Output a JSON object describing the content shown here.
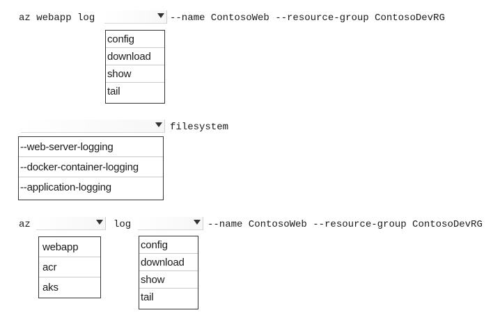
{
  "q1": {
    "prefix": "az webapp log",
    "suffix": "--name ContosoWeb --resource-group ContosoDevRG",
    "options": [
      "config",
      "download",
      "show",
      "tail"
    ]
  },
  "q2": {
    "suffix": "filesystem",
    "options": [
      "--web-server-logging",
      "--docker-container-logging",
      "--application-logging"
    ]
  },
  "q3": {
    "prefix": "az",
    "middle": "log",
    "suffix": "--name ContosoWeb --resource-group ContosoDevRG",
    "options_a": [
      "webapp",
      "acr",
      "aks"
    ],
    "options_b": [
      "config",
      "download",
      "show",
      "tail"
    ]
  }
}
